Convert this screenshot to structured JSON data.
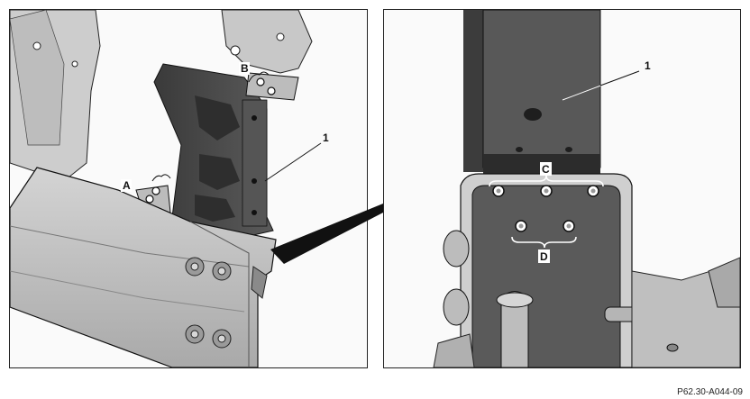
{
  "callouts": {
    "part_1": "1",
    "A": "A",
    "B": "B",
    "C": "C",
    "D": "D"
  },
  "figure_id": "P62.30-A044-09",
  "colors": {
    "metal_light": "#c9c9c9",
    "metal_mid": "#a8a8a8",
    "bracket_dark": "#4a4a4a",
    "outline": "#1a1a1a"
  }
}
